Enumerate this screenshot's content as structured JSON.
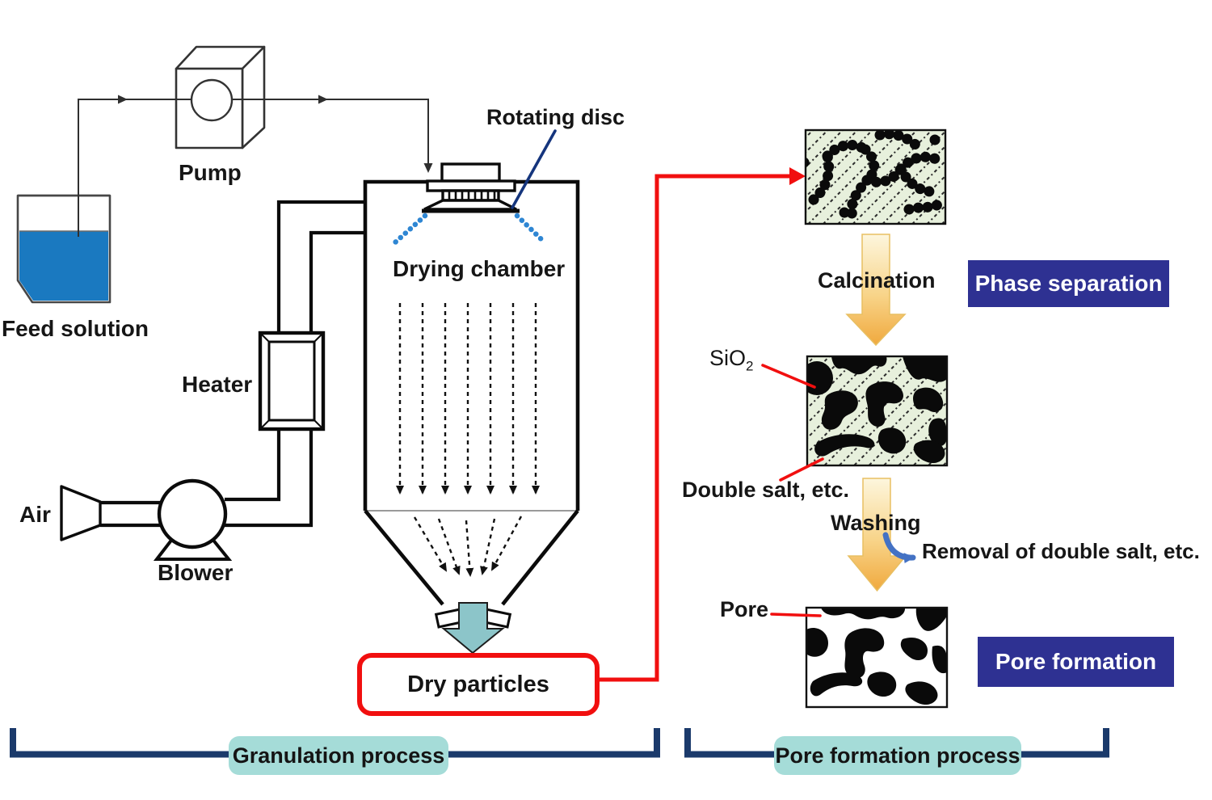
{
  "figure": {
    "equipment_labels": {
      "feed_solution": "Feed solution",
      "pump": "Pump",
      "heater": "Heater",
      "air": "Air",
      "blower": "Blower",
      "drying_chamber": "Drying chamber",
      "rotating_disc": "Rotating disc",
      "dry_particles": "Dry particles"
    },
    "right_panel": {
      "calcination": "Calcination",
      "phase_separation": "Phase separation",
      "sio2_base": "SiO",
      "sio2_sub": "2",
      "double_salt": "Double salt, etc.",
      "washing": "Washing",
      "removal": "Removal of double salt, etc.",
      "pore": "Pore",
      "pore_formation": "Pore formation"
    },
    "brackets": {
      "granulation": "Granulation process",
      "pore_formation_process": "Pore formation process"
    },
    "colors": {
      "flow_red": "#f10f0f",
      "navy_box": "#2e3192",
      "bracket_navy": "#1b3a6b",
      "pill_teal": "#a5dcd8",
      "feed_blue": "#1a79c0",
      "spray_blue": "#2e86d3",
      "outlet_teal": "#8cc5c9",
      "process_arrow_yellow": "#f3b14e",
      "washing_branch_blue": "#4472c4",
      "micrograph_green": "#e7f0dc"
    }
  }
}
